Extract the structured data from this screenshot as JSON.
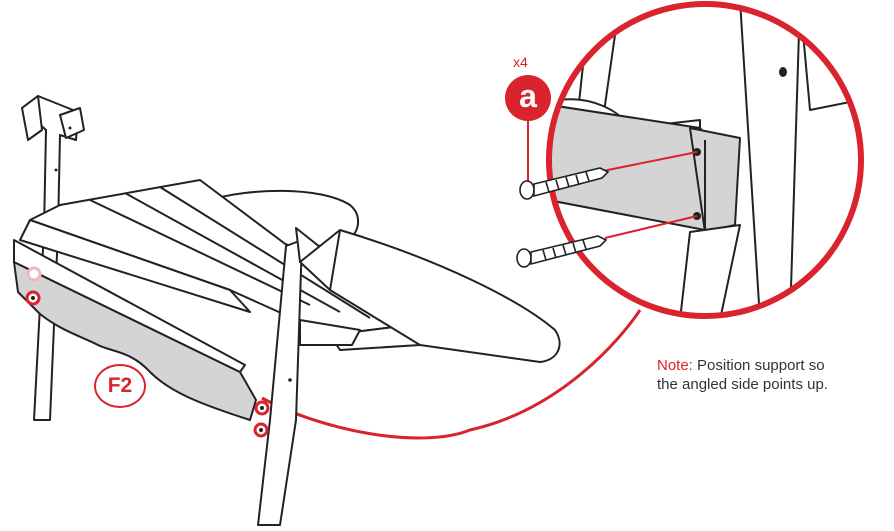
{
  "hardware": {
    "quantity": "x4",
    "part_letter": "a"
  },
  "panel": {
    "label": "F2"
  },
  "note": {
    "prefix": "Note:",
    "line1": "Position support so",
    "line2": "the angled side points up."
  },
  "colors": {
    "accent": "#d9232d",
    "support_fill": "#d4d4d4",
    "outline": "#222222"
  },
  "icons": {
    "chair": "chair-illustration",
    "detail": "magnified-detail-circle",
    "screw": "screw-icon",
    "hole": "screw-hole-marker"
  }
}
